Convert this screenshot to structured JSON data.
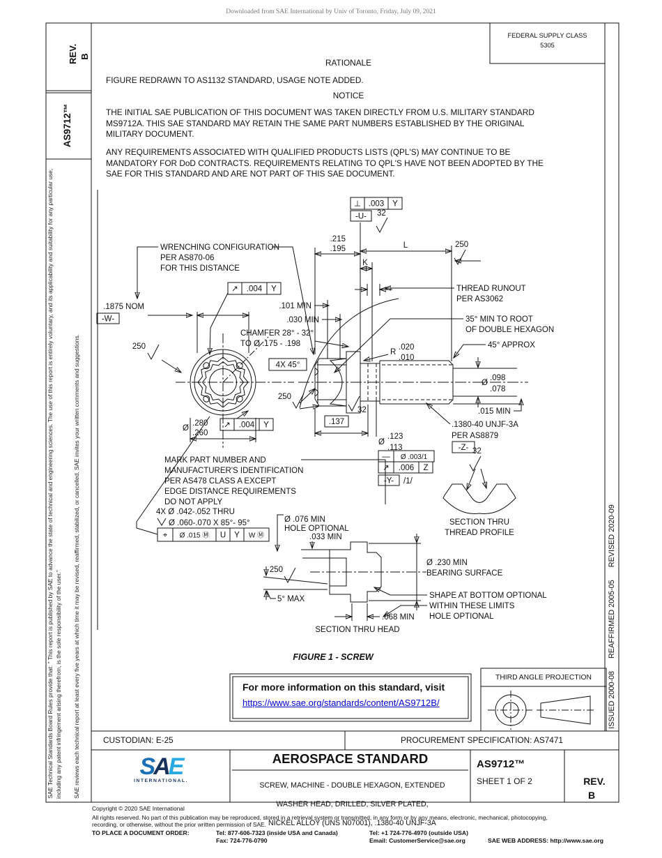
{
  "watermark": "Downloaded from SAE International by Univ of Toronto, Friday, July 09, 2021",
  "sidebar_left": {
    "rev_label": "REV.",
    "rev_value": "B",
    "doc_number": "AS9712™",
    "board_rules": "SAE Technical Standards Board Rules provide that: \" This report is published by SAE to advance the state of technical and engineering sciences. The use of this report is entirely voluntary, and its applicability and suitability for any particular use, including any patent infringement arising therefrom, is the sole responsibility of the user.\"",
    "review_note": "SAE reviews each technical report at least every five years at which time it may be revised, reaffirmed, stabilized, or cancelled. SAE invites your written comments and suggestions."
  },
  "sidebar_right": {
    "history": "ISSUED 2000-08      REAFFIRMED 2005-05      REVISED 2020-09"
  },
  "header": {
    "federal_supply_class_label": "FEDERAL SUPPLY CLASS",
    "federal_supply_class_value": "5305",
    "rationale_title": "RATIONALE",
    "rationale_text": "FIGURE REDRAWN TO AS1132 STANDARD, USAGE NOTE ADDED.",
    "notice_title": "NOTICE",
    "notice_lines": [
      "THE INITIAL SAE PUBLICATION OF THIS DOCUMENT WAS TAKEN DIRECTLY FROM U.S. MILITARY STANDARD",
      "MS9712A. THIS SAE STANDARD MAY RETAIN THE SAME PART NUMBERS ESTABLISHED BY THE ORIGINAL",
      "MILITARY DOCUMENT."
    ],
    "qpl_lines": [
      "ANY REQUIREMENTS ASSOCIATED WITH QUALIFIED PRODUCTS LISTS (QPL'S) MAY CONTINUE TO BE",
      "MANDATORY FOR DoD CONTRACTS. REQUIREMENTS RELATING TO QPL'S HAVE NOT BEEN ADOPTED BY THE",
      "SAE FOR THIS STANDARD AND ARE NOT PART OF THIS SAE DOCUMENT."
    ]
  },
  "figure": {
    "caption": "FIGURE 1 - SCREW",
    "fcf": {
      "perp": [
        "⊥",
        ".003",
        "Y"
      ],
      "runout_a": [
        "↗",
        ".004",
        "Y"
      ],
      "runout_b": [
        "↗",
        ".004",
        "Y"
      ],
      "straight": [
        "—",
        "Ø .003/1"
      ],
      "runout_c": [
        "↗",
        ".006",
        "Z"
      ],
      "datum_row": [
        "-Y-",
        "/1/"
      ],
      "position": [
        "⌖",
        "Ø .015 Ⓜ",
        "U",
        "Y",
        "W Ⓜ"
      ]
    },
    "datums": {
      "u": "-U-",
      "w": "-W-",
      "z": "-Z-"
    },
    "labels": {
      "wrench_1": "WRENCHING CONFIGURATION",
      "wrench_2": "PER AS870-06",
      "wrench_3": "FOR THIS DISTANCE",
      "dim_215": ".215",
      "dim_195": ".195",
      "dim_l": "L",
      "dim_k": "K",
      "fin_250": "250",
      "fin_32": "32",
      "runout_note_1": "THREAD RUNOUT",
      "runout_note_2": "PER AS3062",
      "root_1": "35° MIN TO ROOT",
      "root_2": "OF DOUBLE HEXAGON",
      "approx_45": "45° APPROX",
      "r_sym": "R",
      "r_020": ".020",
      "r_010": ".010",
      "dia": "Ø",
      "d098": ".098",
      "d078": ".078",
      "min_015": ".015 MIN",
      "spec_1": ".1380-40 UNJF-3A",
      "spec_2": "PER AS8879",
      "nom_1875": ".1875 NOM",
      "min_101": ".101 MIN",
      "min_030": ".030 MIN",
      "chamfer_1": "CHAMFER 28° - 32°",
      "chamfer_2": "TO Ø .175 - .198",
      "fourx_45": "4X 45°",
      "d280": ".280",
      "d260": ".260",
      "dim_137": ".137",
      "d123": ".123",
      "d113": ".113",
      "mark_1": "MARK PART NUMBER AND",
      "mark_2": "MANUFACTURER'S IDENTIFICATION",
      "mark_3": "PER AS478 CLASS A EXCEPT",
      "mark_4": "EDGE DISTANCE REQUIREMENTS",
      "mark_5": "DO NOT APPLY",
      "holes_1": "4X Ø .042-.052 THRU",
      "holes_2": "Ø .060-.070 X 85°- 95°",
      "d076_1": "Ø .076 MIN",
      "d076_2": "HOLE OPTIONAL",
      "min_033": ".033 MIN",
      "max_5": "5° MAX",
      "bearing_1": "Ø .230 MIN",
      "bearing_2": "BEARING SURFACE",
      "shape_1": "SHAPE AT BOTTOM OPTIONAL",
      "shape_2": "WITHIN THESE LIMITS",
      "shape_3": "HOLE OPTIONAL",
      "min_068": ".068 MIN",
      "sec_head": "SECTION THRU HEAD",
      "sec_thread_1": "SECTION THRU",
      "sec_thread_2": "THREAD PROFILE"
    }
  },
  "info_box": {
    "line1": "For more information on this standard, visit",
    "link": "https://www.sae.org/standards/content/AS9712B/"
  },
  "projection": {
    "title": "THIRD ANGLE PROJECTION"
  },
  "custodian_row": {
    "custodian": "CUSTODIAN: E-25",
    "procurement": "PROCUREMENT SPECIFICATION: AS7471"
  },
  "title_block": {
    "logo_s": "S",
    "logo_a": "A",
    "logo_e": "E",
    "logo_sub": "INTERNATIONAL.",
    "title": "AEROSPACE STANDARD",
    "subtitle_1": "SCREW, MACHINE - DOUBLE HEXAGON, EXTENDED",
    "subtitle_2": "WASHER HEAD, DRILLED, SILVER PLATED,",
    "subtitle_3": "NICKEL ALLOY (UNS N07001), .1380-40 UNJF-3A",
    "doc_number": "AS9712™",
    "sheet": "SHEET 1 OF 2",
    "rev_label": "REV.",
    "rev_value": "B"
  },
  "footer": {
    "copyright": "Copyright © 2020 SAE International",
    "rights_1": "All rights reserved. No part of this publication may be reproduced, stored in a retrieval system or transmitted, in any form or by any means, electronic, mechanical, photocopying,",
    "rights_2": "recording, or otherwise, without the prior written permission of SAE.",
    "order_label": "TO PLACE A DOCUMENT ORDER:",
    "tel_inside": "Tel: 877-606-7323 (inside USA and Canada)",
    "tel_outside": "Tel: +1 724-776-4970 (outside USA)",
    "fax": "Fax: 724-776-0790",
    "email": "Email: CustomerService@sae.org",
    "web": "SAE WEB ADDRESS: http://www.sae.org"
  },
  "colors": {
    "link_blue": "#0000d6",
    "sae_dark": "#16325c",
    "sae_light": "#29abe2",
    "sae_mid": "#1b6fb5"
  }
}
